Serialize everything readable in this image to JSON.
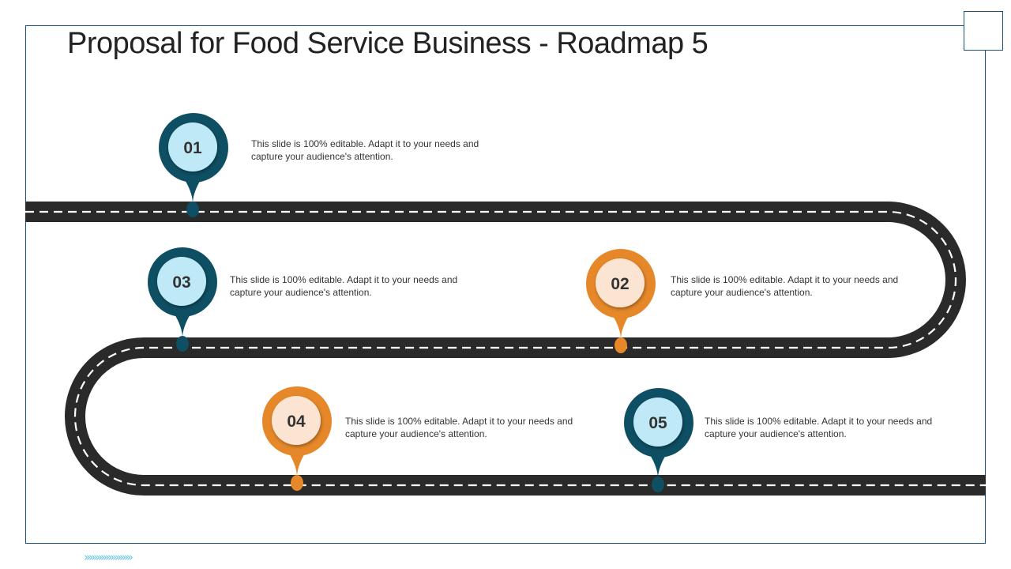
{
  "slide": {
    "title": "Proposal for Food Service Business - Roadmap 5"
  },
  "colors": {
    "teal": "#0e4f63",
    "teal_inner": "#bfe9f6",
    "orange": "#e6882a",
    "orange_inner": "#fbe4d2",
    "road": "#2a2a2a",
    "dash": "#ffffff",
    "chevron": "#6cc5e4"
  },
  "milestones": [
    {
      "number": "01",
      "color": "teal",
      "text": "This slide is 100% editable. Adapt it to your needs and capture your audience's attention."
    },
    {
      "number": "02",
      "color": "orange",
      "text": "This slide is 100% editable. Adapt it to your needs and capture your audience's attention."
    },
    {
      "number": "03",
      "color": "teal",
      "text": "This slide is 100% editable. Adapt it to your needs and capture your audience's attention."
    },
    {
      "number": "04",
      "color": "orange",
      "text": "This slide is 100% editable. Adapt it to your needs and capture your audience's attention."
    },
    {
      "number": "05",
      "color": "teal",
      "text": "This slide is 100% editable. Adapt it to your needs and capture your audience's attention."
    }
  ],
  "footer": {
    "chevrons": "››››››››››››››››››››"
  }
}
